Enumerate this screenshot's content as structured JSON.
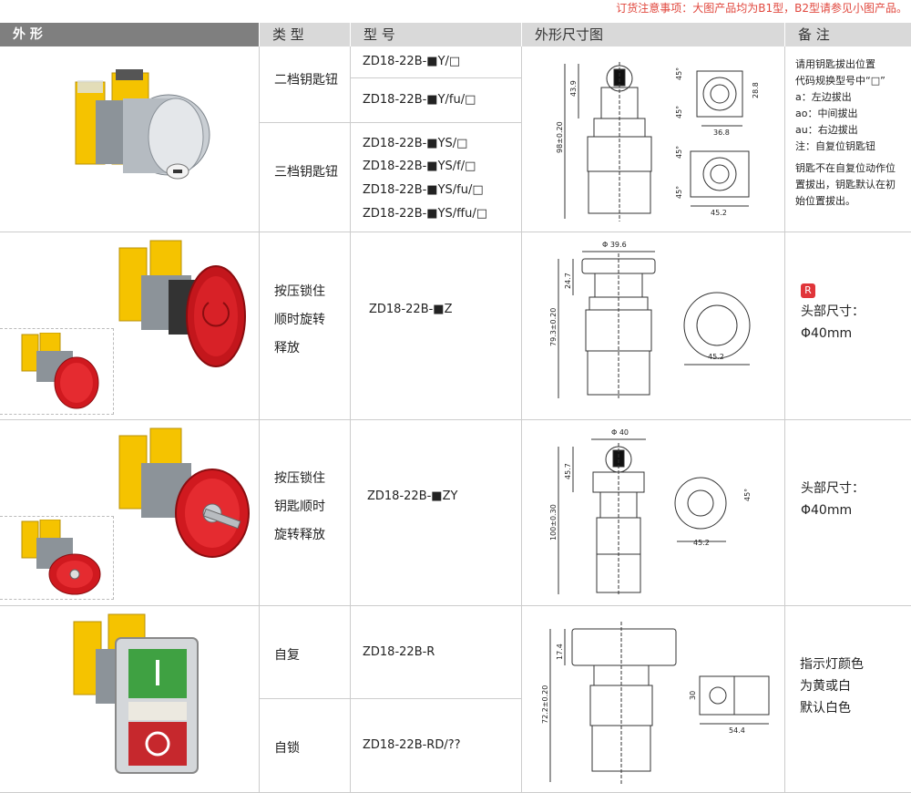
{
  "notice": "订货注意事项：大图产品均为B1型，B2型请参见小图产品。",
  "header": {
    "appearance": "外 形",
    "type": "类 型",
    "model": "型 号",
    "dims": "外形尺寸图",
    "remarks": "备 注"
  },
  "rows": [
    {
      "types": [
        "二档钥匙钮",
        "三档钥匙钮"
      ],
      "models_a": [
        "ZD18-22B-■Y/□",
        "ZD18-22B-■Y/fu/□"
      ],
      "models_b": [
        "ZD18-22B-■YS/□",
        "ZD18-22B-■YS/f/□",
        "ZD18-22B-■YS/fu/□",
        "ZD18-22B-■YS/ffu/□"
      ],
      "dims": {
        "h1": "43.9",
        "h2": "98±0.20",
        "w1": "36.8",
        "h3": "28.8",
        "w2": "45.2",
        "a1": "45°",
        "a2": "45°",
        "a3": "45°",
        "a4": "45°"
      },
      "remarks": [
        "请用钥匙拔出位置",
        "代码规换型号中“□”",
        "a：左边拔出",
        "ao：中间拔出",
        "au：右边拔出",
        "注：自复位钥匙钮",
        "钥匙不在自复位动作位",
        "置拔出，钥匙默认在初",
        "始位置拔出。"
      ]
    },
    {
      "type_lines": [
        "按压锁住",
        "顺时旋转",
        "释放"
      ],
      "model": "ZD18-22B-■Z",
      "dims": {
        "d": "Φ 39.6",
        "h1": "24.7",
        "h2": "79.3±0.20",
        "w": "45.2"
      },
      "badge": "R",
      "remarks": [
        "头部尺寸：",
        "Φ40mm"
      ]
    },
    {
      "type_lines": [
        "按压锁住",
        "钥匙顺时",
        "旋转释放"
      ],
      "model": "ZD18-22B-■ZY",
      "dims": {
        "d": "Φ 40",
        "h1": "45.7",
        "h2": "100±0.30",
        "w": "45.2",
        "a": "45°"
      },
      "remarks": [
        "头部尺寸：",
        "Φ40mm"
      ]
    },
    {
      "types": [
        "自复",
        "自锁"
      ],
      "models": [
        "ZD18-22B-R",
        "ZD18-22B-RD/??"
      ],
      "dims": {
        "h1": "17.4",
        "h2": "72.2±0.20",
        "h3": "30",
        "w": "54.4"
      },
      "remarks": [
        "指示灯颜色",
        "为黄或白",
        "默认白色"
      ]
    }
  ]
}
